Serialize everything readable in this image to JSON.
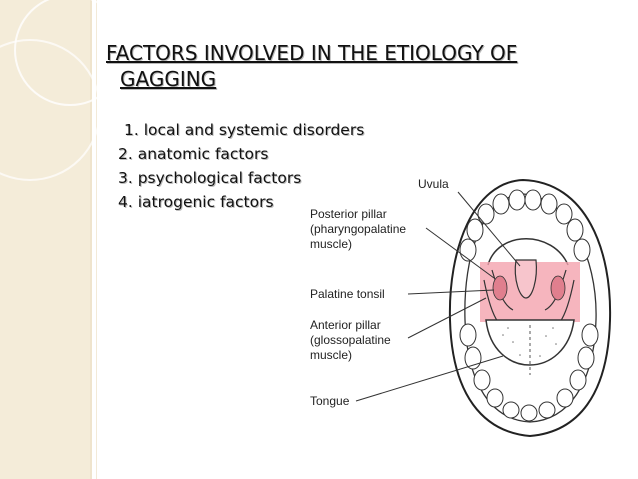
{
  "slide": {
    "title_line1": "FACTORS INVOLVED IN THE ETIOLOGY OF",
    "title_line2": "GAGGING",
    "factors": [
      "1. local and systemic disorders",
      "2. anatomic factors",
      "3. psychological factors",
      "4. iatrogenic factors"
    ]
  },
  "diagram": {
    "uvula": "Uvula",
    "posterior_pillar": [
      "Posterior pillar",
      "(pharyngopalatine",
      "muscle)"
    ],
    "palatine_tonsil": "Palatine tonsil",
    "anterior_pillar": [
      "Anterior pillar",
      "(glossopalatine",
      "muscle)"
    ],
    "tongue": "Tongue"
  },
  "colors": {
    "accent_band": "#f4ecd9",
    "tonsil_highlight": "#f4a3ae"
  }
}
